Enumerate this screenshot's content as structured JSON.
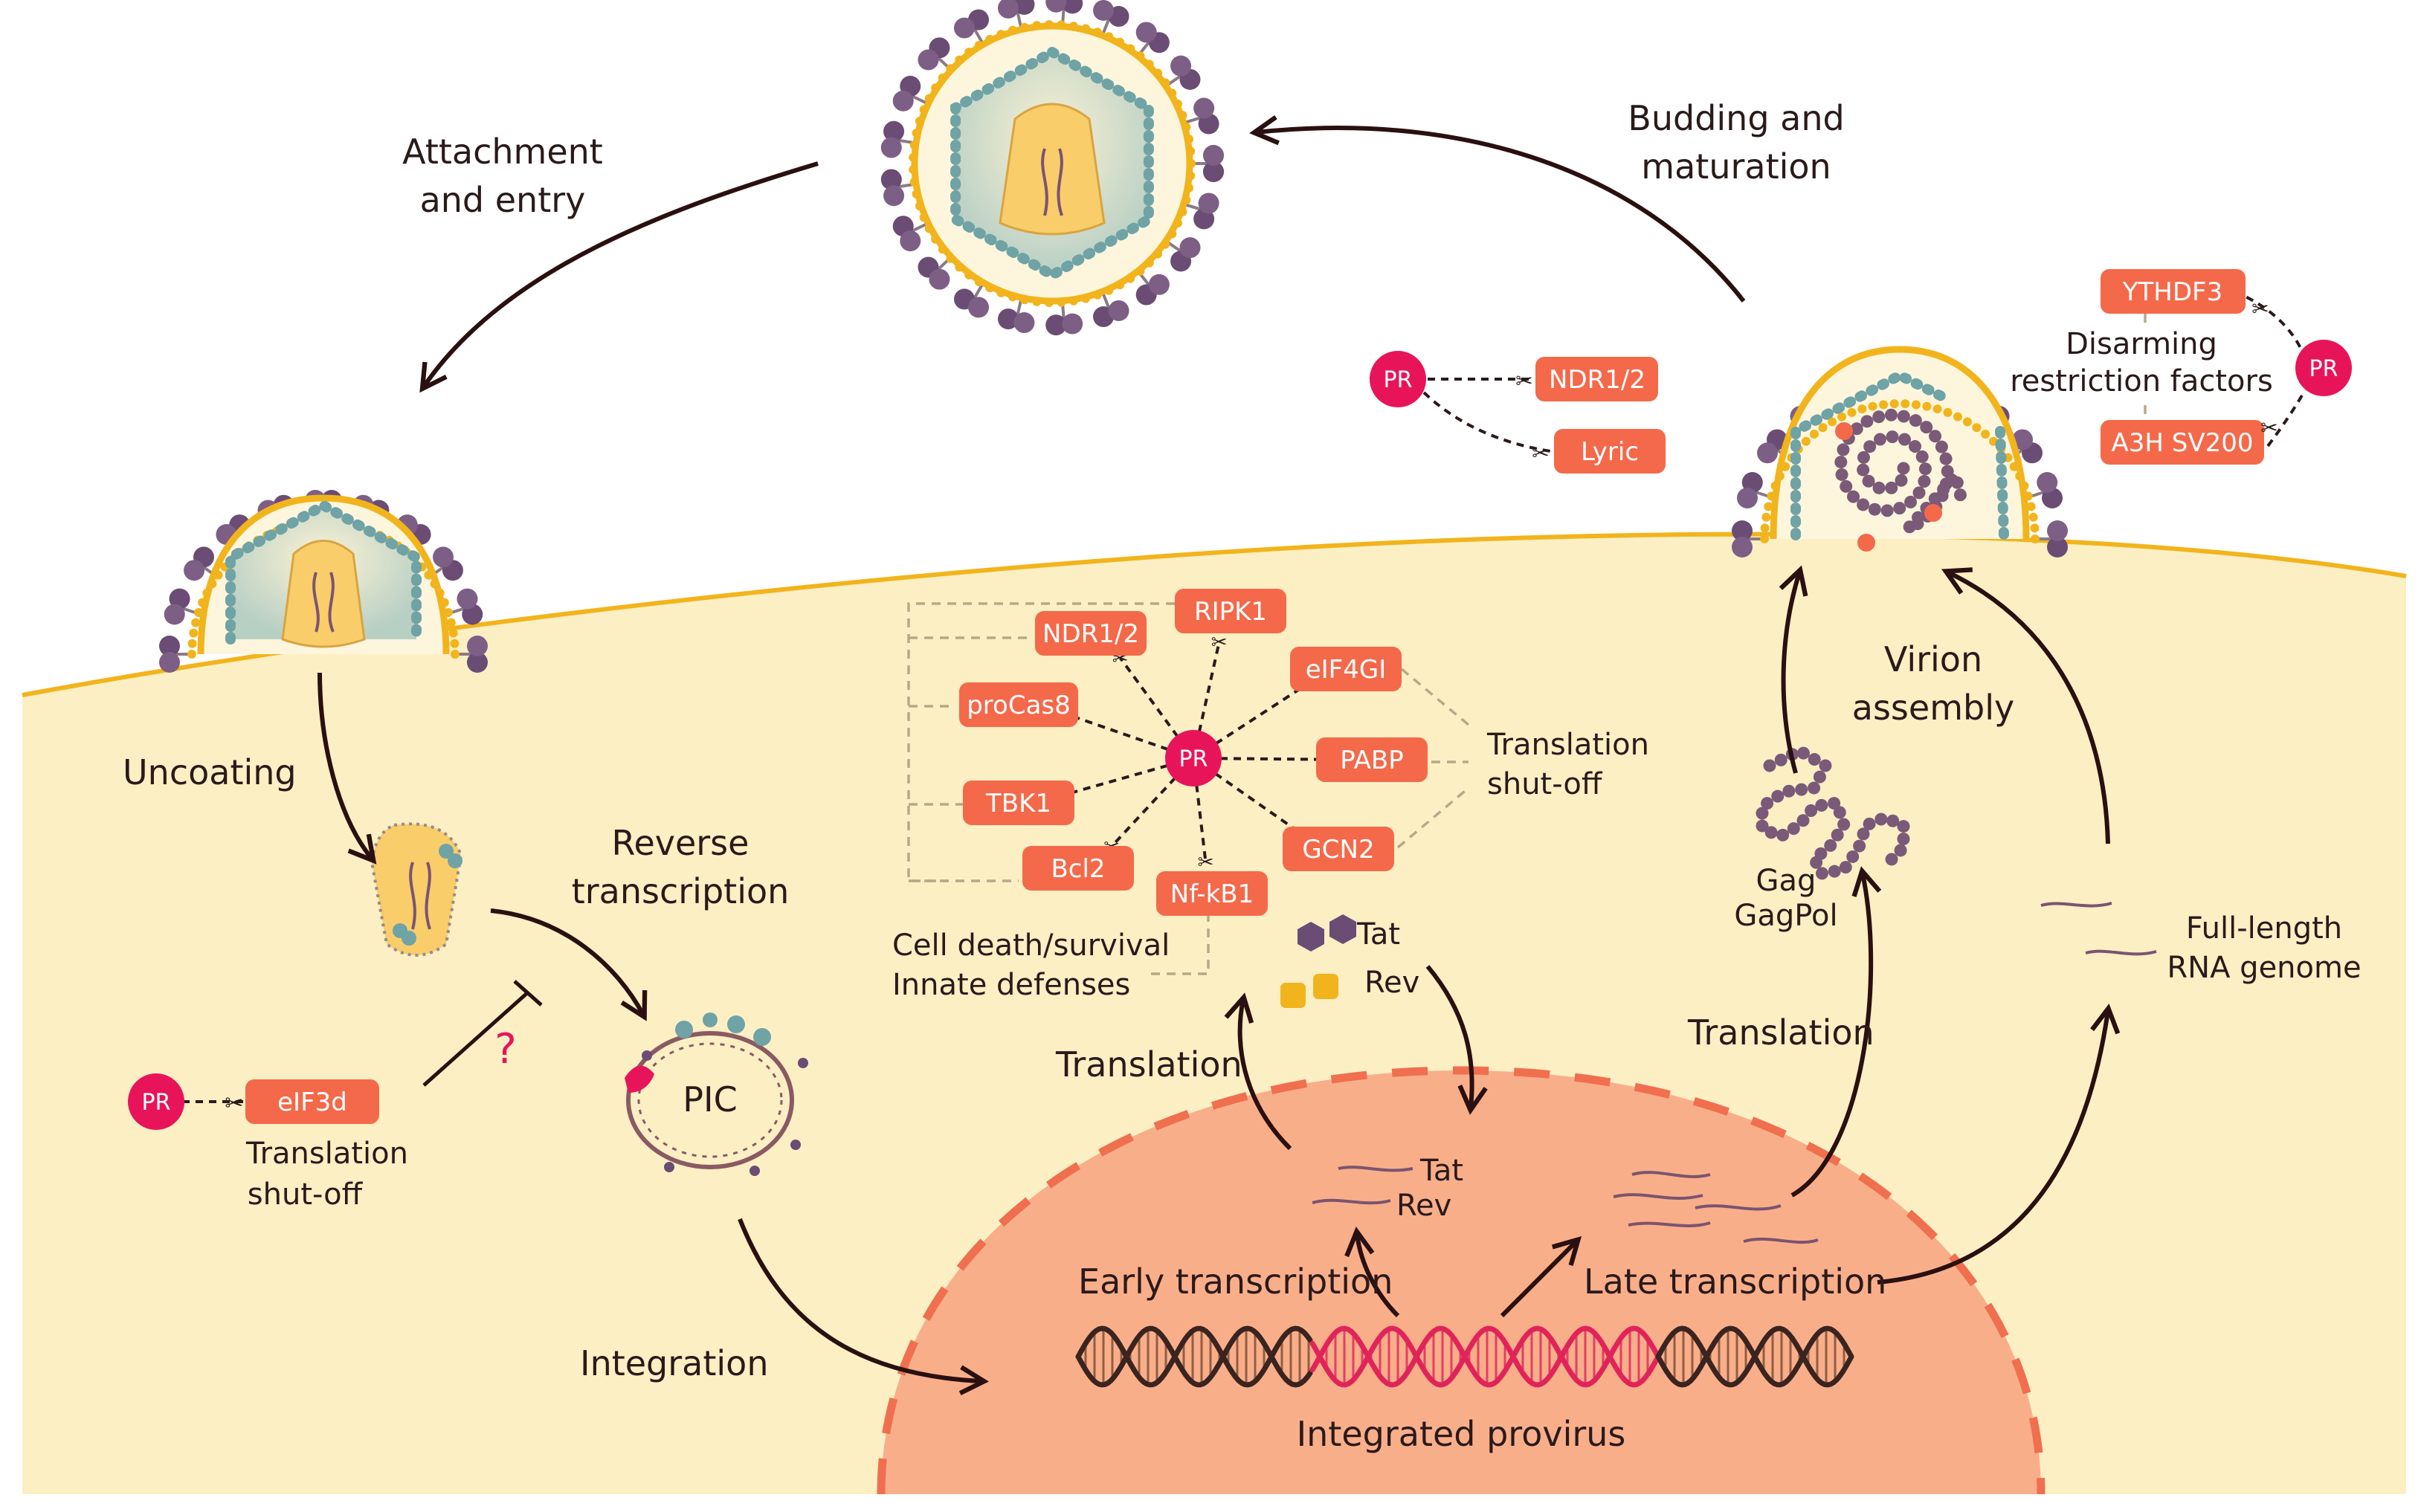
{
  "colors": {
    "cytoplasm": "#fcefc4",
    "membrane": "#f2b41c",
    "nucleus": "#f9ae8a",
    "nuclear_envelope": "#ef6f4f",
    "pill": "#f4694a",
    "protease": "#e8145a",
    "capsid": "#6fa3a6",
    "envelope_protein": "#6b4c74",
    "core": "#f8cd6a",
    "dna_dark": "#4a2b22",
    "dna_red": "#e0245a",
    "arrow": "#2a1010"
  },
  "stages": {
    "attachment": [
      "Attachment",
      "and entry"
    ],
    "budding": [
      "Budding and",
      "maturation"
    ],
    "uncoating": "Uncoating",
    "reverse_transcription": [
      "Reverse",
      "transcription"
    ],
    "pic": "PIC",
    "integration": "Integration",
    "integrated_provirus": "Integrated provirus",
    "early_transcription": "Early transcription",
    "late_transcription": "Late transcription",
    "translation_early": "Translation",
    "translation_late": "Translation",
    "virion_assembly": [
      "Virion",
      "assembly"
    ]
  },
  "products": {
    "tat_top": "Tat",
    "rev_top": "Rev",
    "tat_nuc": "Tat",
    "rev_nuc": "Rev",
    "gag": "Gag",
    "gagpol": "GagPol",
    "full_length": [
      "Full-length",
      "RNA genome"
    ]
  },
  "protease_label": "PR",
  "question_mark": "?",
  "eif3d_group": {
    "target": "eIF3d",
    "caption": [
      "Translation",
      "shut-off"
    ]
  },
  "central_hub": {
    "targets": [
      "RIPK1",
      "NDR1/2",
      "proCas8",
      "TBK1",
      "Bcl2",
      "Nf-kB1",
      "GCN2",
      "PABP",
      "eIF4GI"
    ],
    "translation_caption": [
      "Translation",
      "shut-off"
    ],
    "death_caption": [
      "Cell death/survival",
      "Innate defenses"
    ]
  },
  "budding_targets": [
    "NDR1/2",
    "Lyric"
  ],
  "restriction_group": {
    "targets": [
      "YTHDF3",
      "A3H SV200"
    ],
    "caption": [
      "Disarming",
      "restriction factors"
    ]
  }
}
